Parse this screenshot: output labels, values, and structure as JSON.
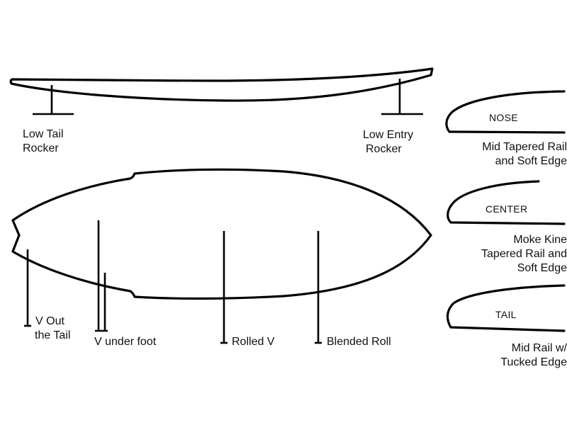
{
  "rocker": {
    "tail_label": [
      "Low Tail",
      "Rocker"
    ],
    "entry_label": [
      "Low Entry",
      "Rocker"
    ]
  },
  "bottom_contours": [
    {
      "label": [
        "V Out",
        "the Tail"
      ]
    },
    {
      "label": [
        "V under foot"
      ]
    },
    {
      "label": [
        "Rolled V"
      ]
    },
    {
      "label": [
        "Blended Roll"
      ]
    }
  ],
  "rails": [
    {
      "section": "NOSE",
      "description": [
        "Mid Tapered Rail",
        "and Soft Edge"
      ]
    },
    {
      "section": "CENTER",
      "description": [
        "Moke Kine",
        "Tapered Rail and",
        "Soft Edge"
      ]
    },
    {
      "section": "TAIL",
      "description": [
        "Mid Rail w/",
        "Tucked Edge"
      ]
    }
  ],
  "colors": {
    "ink": "#000000",
    "background": "#ffffff"
  }
}
